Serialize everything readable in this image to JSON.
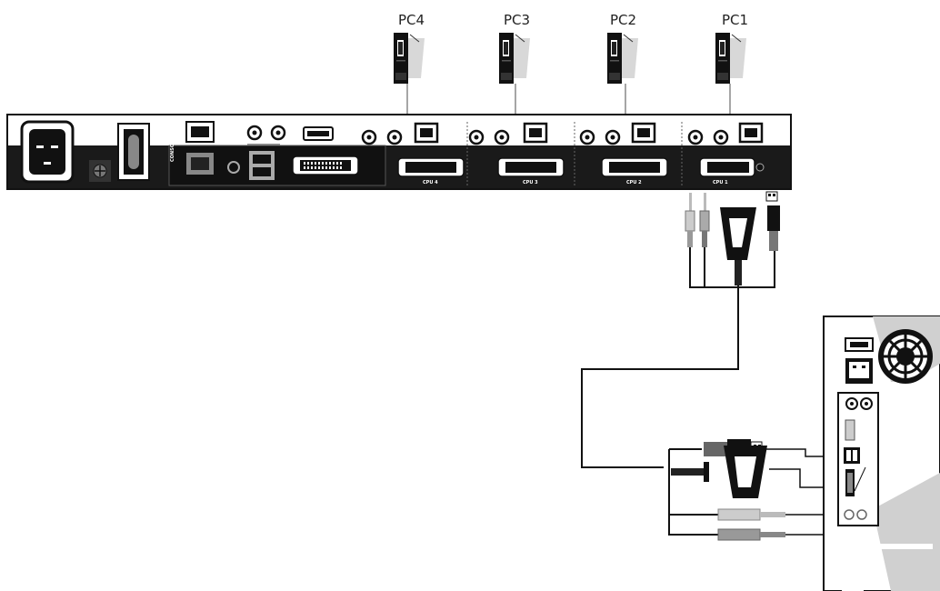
{
  "diagram": {
    "computers": [
      {
        "label": "PC4"
      },
      {
        "label": "PC3"
      },
      {
        "label": "PC2"
      },
      {
        "label": "PC1"
      }
    ],
    "switch": {
      "console_label": "CONSOLE",
      "cpu_ports": [
        {
          "label": "CPU 4"
        },
        {
          "label": "CPU 3"
        },
        {
          "label": "CPU 2"
        },
        {
          "label": "CPU 1"
        }
      ]
    }
  }
}
